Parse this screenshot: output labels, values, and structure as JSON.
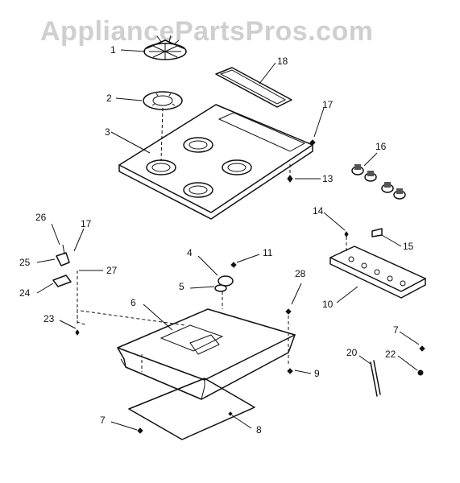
{
  "watermark": "AppliancePartsPros.com",
  "labels": {
    "p1": "1",
    "p2": "2",
    "p3": "3",
    "p4": "4",
    "p5": "5",
    "p6": "6",
    "p7a": "7",
    "p7b": "7",
    "p8": "8",
    "p9": "9",
    "p10": "10",
    "p11": "11",
    "p13": "13",
    "p14": "14",
    "p15": "15",
    "p16": "16",
    "p17a": "17",
    "p17b": "17",
    "p18": "18",
    "p20": "20",
    "p22": "22",
    "p23": "23",
    "p24": "24",
    "p25": "25",
    "p26": "26",
    "p27": "27",
    "p28": "28"
  }
}
